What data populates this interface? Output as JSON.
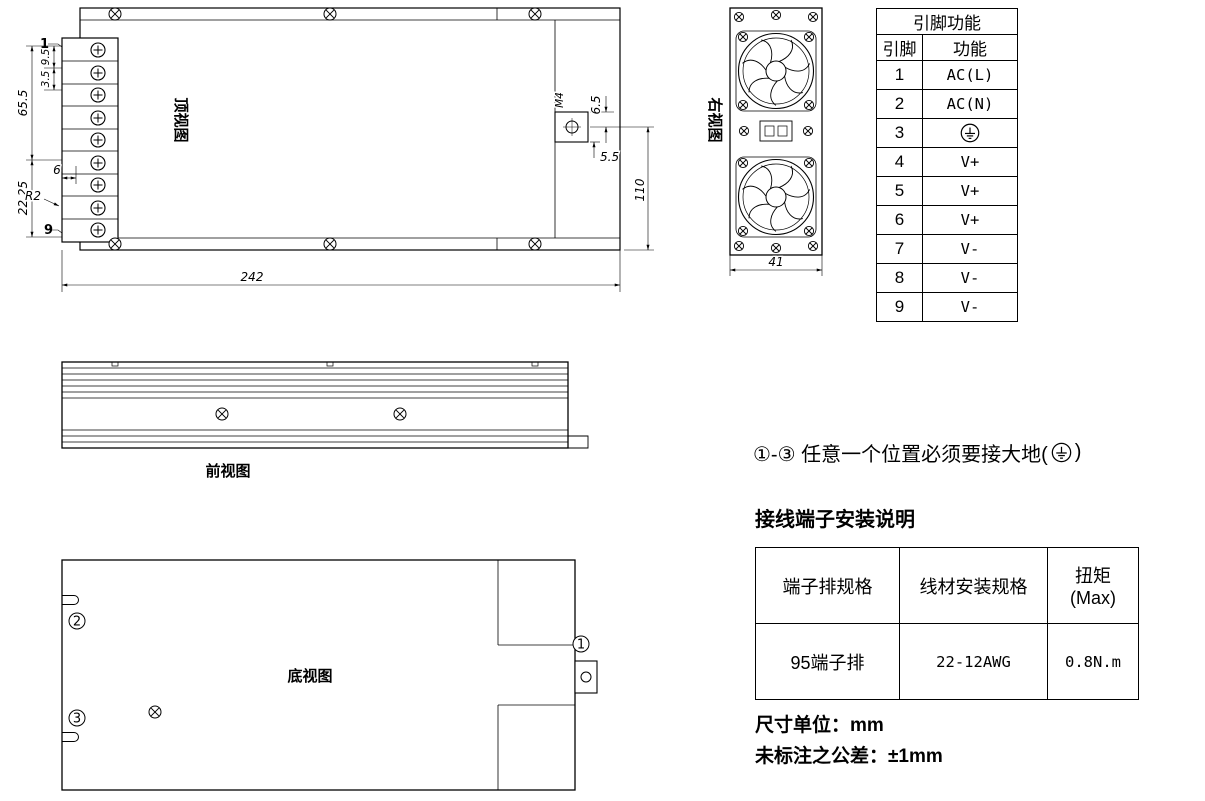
{
  "views": {
    "top": {
      "label": "顶视图",
      "pin_first": "1",
      "pin_last": "9",
      "dims": {
        "upper_height": "65.5",
        "lower_height": "22.25",
        "pitch_a": "9.5",
        "pitch_b": "3.5",
        "edge_offset": "6",
        "corner_radius": "R2",
        "overall_length": "242",
        "stud_thread": "M4",
        "stud_to_hole": "6.5",
        "hole_drop": "5.5",
        "overall_depth": "110"
      }
    },
    "front": {
      "label": "前视图"
    },
    "bottom": {
      "label": "底视图",
      "marker1": "1",
      "marker2": "2",
      "marker3": "3"
    },
    "right": {
      "label": "右视图",
      "overall_width": "41"
    }
  },
  "pin_table": {
    "title": "引脚功能",
    "col_pin": "引脚",
    "col_func": "功能",
    "rows": [
      {
        "pin": "1",
        "func": "AC(L)"
      },
      {
        "pin": "2",
        "func": "AC(N)"
      },
      {
        "pin": "3",
        "func": "⏚"
      },
      {
        "pin": "4",
        "func": "V+"
      },
      {
        "pin": "5",
        "func": "V+"
      },
      {
        "pin": "6",
        "func": "V+"
      },
      {
        "pin": "7",
        "func": "V-"
      },
      {
        "pin": "8",
        "func": "V-"
      },
      {
        "pin": "9",
        "func": "V-"
      }
    ]
  },
  "ground_note": {
    "prefix": "①-③ 任意一个位置必须要接大地(",
    "suffix": ")"
  },
  "terminal_section": {
    "title": "接线端子安装说明",
    "headers": [
      "端子排规格",
      "线材安装规格",
      "扭矩(Max)"
    ],
    "row": [
      "95端子排",
      "22-12AWG",
      "0.8N.m"
    ]
  },
  "notes": {
    "unit": "尺寸单位：mm",
    "tolerance": "未标注之公差：±1mm"
  }
}
